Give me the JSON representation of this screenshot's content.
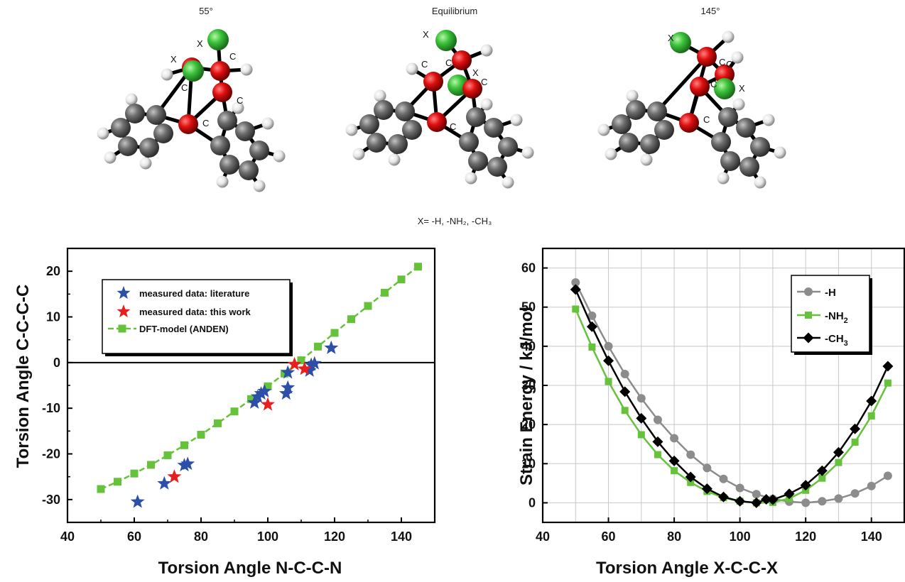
{
  "molecules": {
    "panels": [
      {
        "title": "55°"
      },
      {
        "title": "Equilibrium"
      },
      {
        "title": "145°"
      }
    ],
    "atom_labels": {
      "x": "X",
      "c": "C"
    },
    "substituents_caption": "X= -H, -NH₂, -CH₃",
    "colors": {
      "carbon_bridge": "#e01010",
      "substituent": "#3cc43c",
      "carbon_ring": "#6e6e6e",
      "hydrogen": "#e6e6e6"
    }
  },
  "chart_data": [
    {
      "type": "scatter",
      "xlabel": "Torsion Angle N-C-C-N",
      "ylabel": "Torsion Angle C-C-C-C",
      "xlim": [
        40,
        150
      ],
      "ylim": [
        -35,
        25
      ],
      "xticks": [
        40,
        60,
        80,
        100,
        120,
        140
      ],
      "yticks": [
        -30,
        -20,
        -10,
        0,
        10,
        20
      ],
      "zero_line": true,
      "grid": false,
      "legend_position": "top-left",
      "series": [
        {
          "name": "measured data: literature",
          "marker": "star",
          "color": "#2c4fa8",
          "points": [
            [
              61,
              -30.5
            ],
            [
              69,
              -26.5
            ],
            [
              75,
              -22.5
            ],
            [
              76,
              -22.2
            ],
            [
              96,
              -8.8
            ],
            [
              97,
              -7.5
            ],
            [
              98,
              -6.8
            ],
            [
              99,
              -6.3
            ],
            [
              105.5,
              -6.8
            ],
            [
              106,
              -5.5
            ],
            [
              106,
              -2.2
            ],
            [
              112.5,
              -1.8
            ],
            [
              113,
              -0.5
            ],
            [
              114,
              -0.2
            ],
            [
              119,
              3.2
            ]
          ]
        },
        {
          "name": "measured data: this work",
          "marker": "star",
          "color": "#e62020",
          "points": [
            [
              72,
              -25
            ],
            [
              100,
              -9.2
            ],
            [
              108,
              -0.4
            ],
            [
              111,
              -1.4
            ]
          ]
        },
        {
          "name": "DFT-model (ANDEN)",
          "marker": "square",
          "line": "dashed",
          "color": "#66c23a",
          "points": [
            [
              50,
              -27.7
            ],
            [
              55,
              -26.1
            ],
            [
              60,
              -24.3
            ],
            [
              65,
              -22.4
            ],
            [
              70,
              -20.3
            ],
            [
              75,
              -18.1
            ],
            [
              80,
              -15.8
            ],
            [
              85,
              -13.3
            ],
            [
              90,
              -10.7
            ],
            [
              95,
              -8
            ],
            [
              100,
              -5.2
            ],
            [
              105,
              -2.4
            ],
            [
              110,
              0.5
            ],
            [
              115,
              3.5
            ],
            [
              120,
              6.5
            ],
            [
              125,
              9.5
            ],
            [
              130,
              12.4
            ],
            [
              135,
              15.3
            ],
            [
              140,
              18.2
            ],
            [
              145,
              21
            ]
          ]
        }
      ]
    },
    {
      "type": "line",
      "xlabel": "Torsion Angle X-C-C-X",
      "ylabel": "Strain Energy / kJ/mol",
      "xlim": [
        40,
        150
      ],
      "ylim": [
        -5,
        65
      ],
      "xticks": [
        40,
        60,
        80,
        100,
        120,
        140
      ],
      "yticks": [
        0,
        10,
        20,
        30,
        40,
        50,
        60
      ],
      "grid": true,
      "legend_position": "top-right",
      "series": [
        {
          "name": "-H",
          "marker": "circle",
          "color": "#8c8c8c",
          "points": [
            [
              50,
              56.3
            ],
            [
              55,
              47.8
            ],
            [
              60,
              40
            ],
            [
              65,
              32.9
            ],
            [
              70,
              26.7
            ],
            [
              75,
              21.2
            ],
            [
              80,
              16.5
            ],
            [
              85,
              12.3
            ],
            [
              90,
              8.9
            ],
            [
              95,
              6.1
            ],
            [
              100,
              3.8
            ],
            [
              105,
              2.2
            ],
            [
              110,
              1
            ],
            [
              115,
              0.3
            ],
            [
              120,
              0
            ],
            [
              125,
              0.4
            ],
            [
              130,
              1.1
            ],
            [
              135,
              2.4
            ],
            [
              140,
              4.3
            ],
            [
              145,
              6.9
            ]
          ]
        },
        {
          "name": "-NH",
          "name_subscript": "2",
          "marker": "square",
          "color": "#66c23a",
          "points": [
            [
              50,
              49.5
            ],
            [
              55,
              39.8
            ],
            [
              60,
              31
            ],
            [
              65,
              23.6
            ],
            [
              70,
              17.4
            ],
            [
              75,
              12.3
            ],
            [
              80,
              8.2
            ],
            [
              85,
              5.2
            ],
            [
              90,
              2.9
            ],
            [
              95,
              1.3
            ],
            [
              100,
              0.4
            ],
            [
              105,
              0
            ],
            [
              110,
              0.1
            ],
            [
              115,
              1.1
            ],
            [
              120,
              3.2
            ],
            [
              125,
              6.3
            ],
            [
              130,
              10.3
            ],
            [
              135,
              15.5
            ],
            [
              140,
              22.2
            ],
            [
              145,
              30.6
            ]
          ]
        },
        {
          "name": "-CH",
          "name_subscript": "3",
          "marker": "diamond",
          "color": "#000000",
          "points": [
            [
              50,
              54.5
            ],
            [
              55,
              45
            ],
            [
              60,
              36.3
            ],
            [
              65,
              28.4
            ],
            [
              70,
              21.6
            ],
            [
              75,
              15.6
            ],
            [
              80,
              10.7
            ],
            [
              85,
              6.6
            ],
            [
              90,
              3.6
            ],
            [
              95,
              1.5
            ],
            [
              100,
              0.4
            ],
            [
              105,
              0
            ],
            [
              108,
              0.9
            ],
            [
              110,
              0.8
            ],
            [
              115,
              2.3
            ],
            [
              120,
              4.5
            ],
            [
              125,
              8.2
            ],
            [
              130,
              12.9
            ],
            [
              135,
              18.9
            ],
            [
              140,
              26
            ],
            [
              145,
              34.9
            ]
          ]
        }
      ]
    }
  ]
}
